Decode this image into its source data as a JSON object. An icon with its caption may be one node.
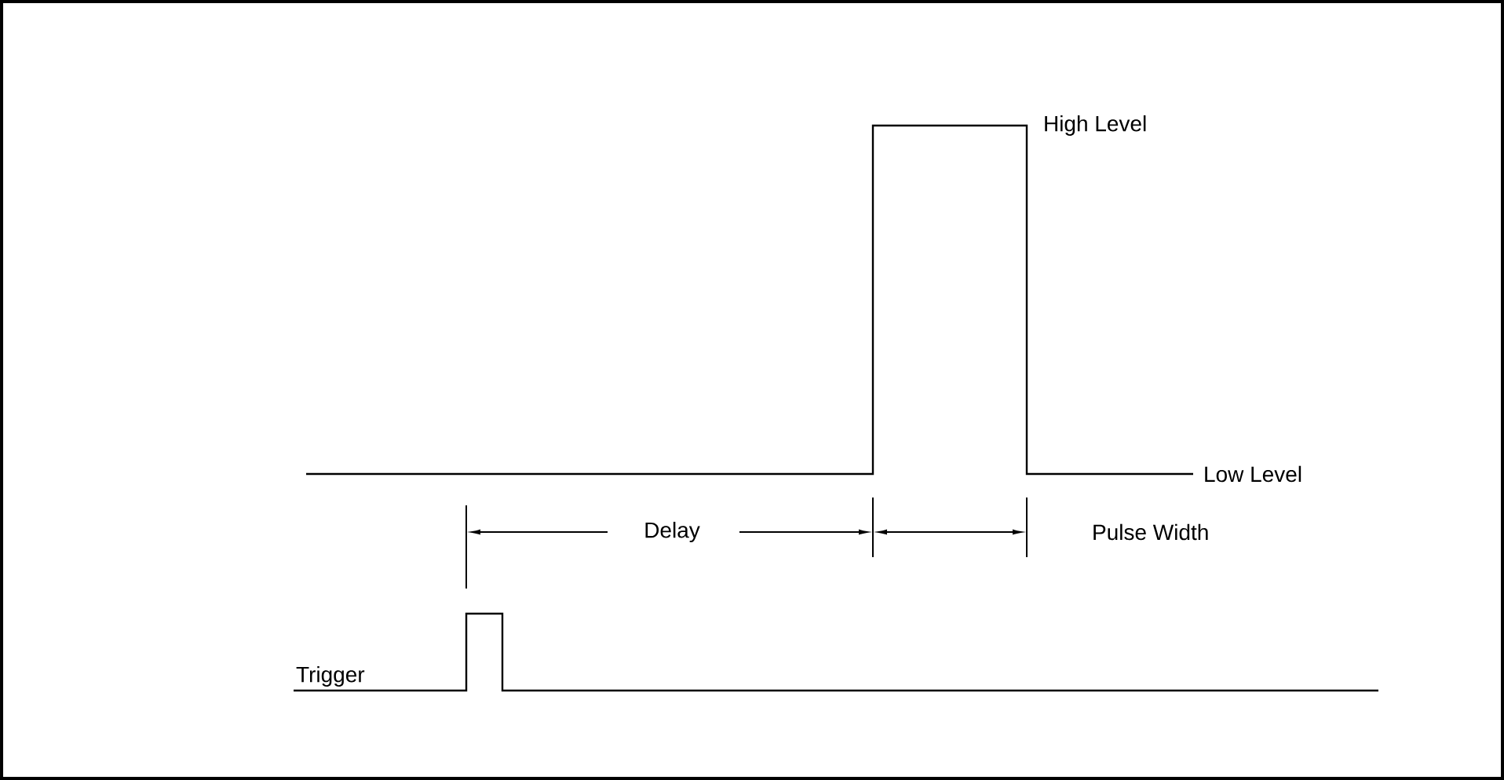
{
  "diagram": {
    "labels": [
      "High Level",
      "Low Level",
      "Delay",
      "Pulse Width",
      "Trigger"
    ]
  }
}
